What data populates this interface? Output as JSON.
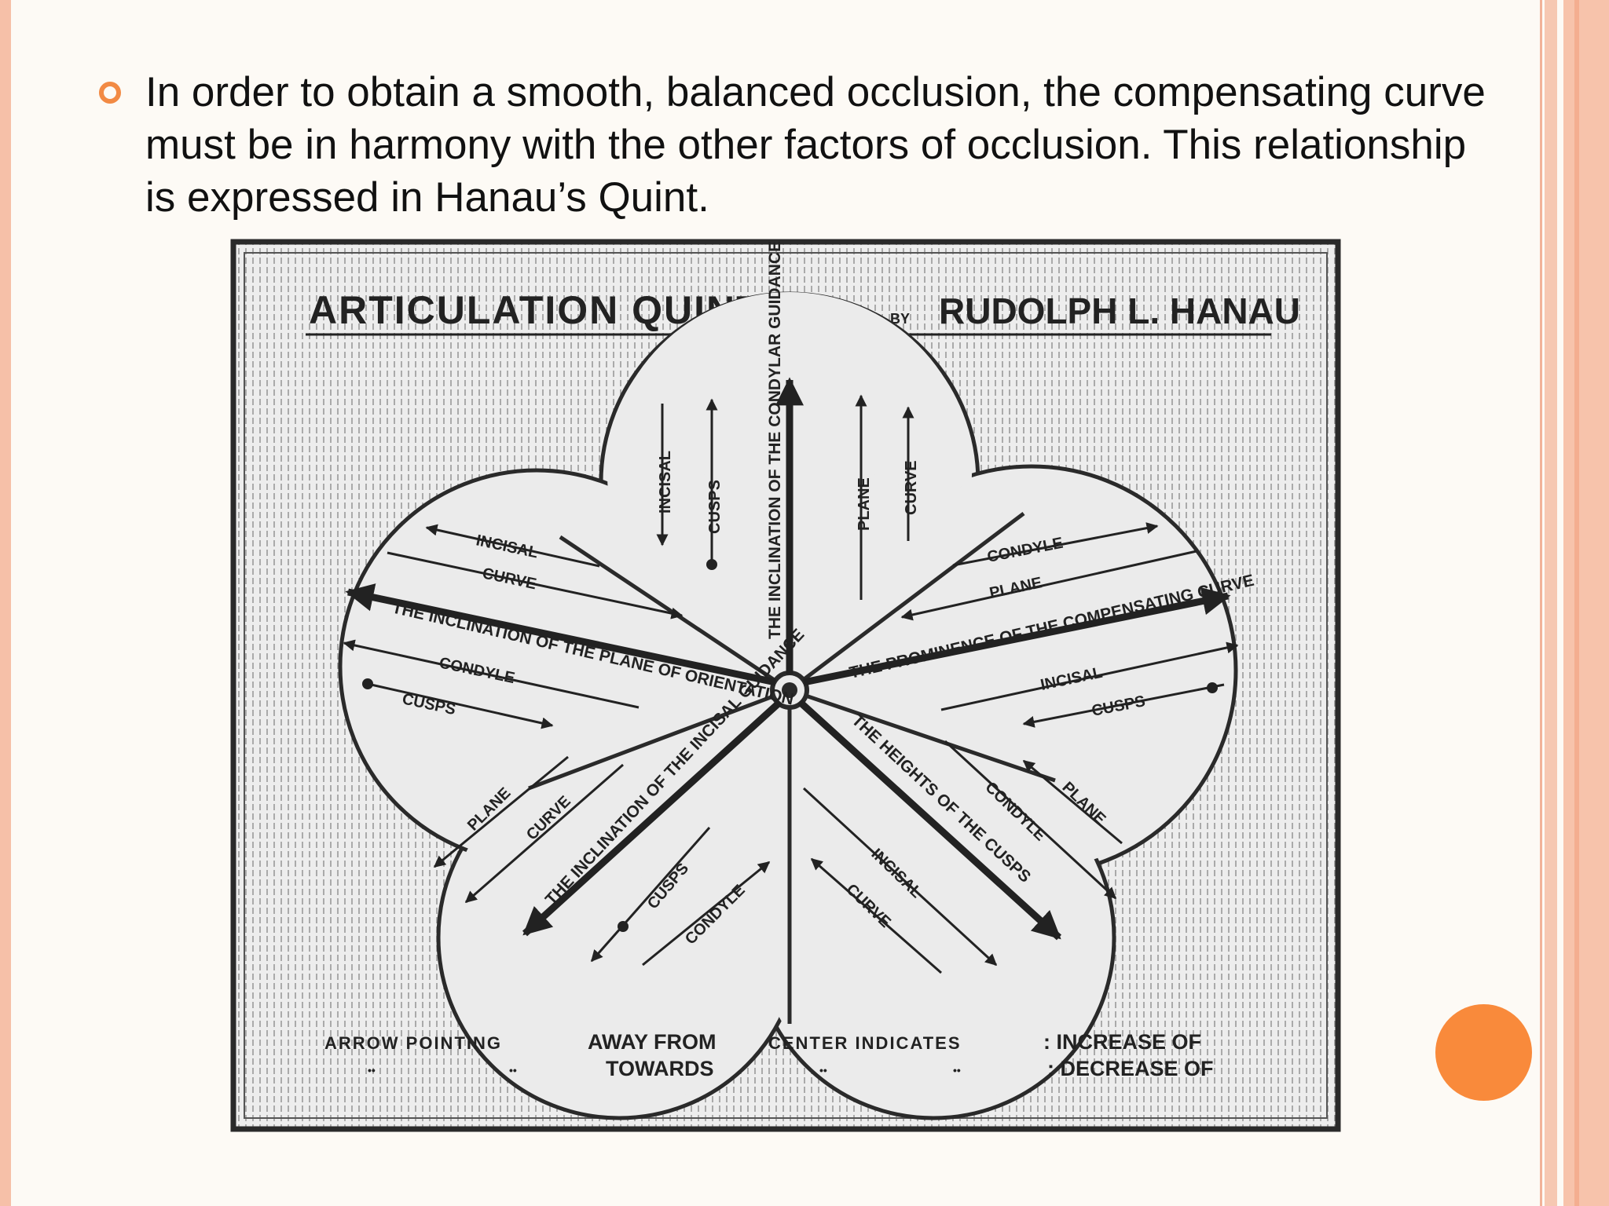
{
  "slide": {
    "bullet_text": "In order to obtain a smooth, balanced occlusion, the compensating curve must be in harmony with the other factors of occlusion. This relationship is expressed in Hanau’s Quint.",
    "accent_color": "#f98a3b",
    "bullet_color": "#f28a44"
  },
  "diagram": {
    "title": "ARTICULATION QUINT",
    "by": "BY",
    "author": "RUDOLPH L. HANAU",
    "factors": {
      "condylar_guidance": "THE INCLINATION OF THE CONDYLAR GUIDANCE",
      "compensating_curve": "THE PROMINENCE OF THE COMPENSATING CURVE",
      "cusp_heights": "THE HEIGHTS OF THE CUSPS",
      "incisal_guidance": "THE INCLINATION OF THE INCISAL GUIDANCE",
      "plane_orientation": "THE INCLINATION OF THE PLANE OF ORIENTATION"
    },
    "labels": {
      "incisal": "INCISAL",
      "cusps": "CUSPS",
      "plane": "PLANE",
      "curve": "CURVE",
      "condyle": "CONDYLE"
    },
    "legend": {
      "row1_left": "ARROW POINTING",
      "row1_mid": "AWAY FROM",
      "row1_right": "CENTER INDICATES",
      "row1_end": ": INCREASE OF",
      "row2_mid": "TOWARDS",
      "row2_end": ": DECREASE OF",
      "ditto": "••"
    }
  }
}
